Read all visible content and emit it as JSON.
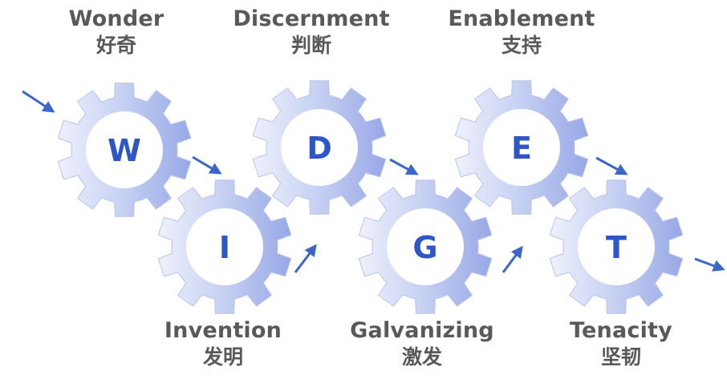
{
  "colors": {
    "gear_light": "#eef1fc",
    "gear_mid": "#c9d3f3",
    "gear_dark": "#97a8e6",
    "gear_center": "#ffffff",
    "letter": "#2e56c4",
    "arrow": "#3a66c8",
    "label_text": "#595959"
  },
  "stages": [
    {
      "letter": "W",
      "en": "Wonder",
      "zh": "好奇"
    },
    {
      "letter": "D",
      "en": "Discernment",
      "zh": "判断"
    },
    {
      "letter": "E",
      "en": "Enablement",
      "zh": "支持"
    },
    {
      "letter": "I",
      "en": "Invention",
      "zh": "发明"
    },
    {
      "letter": "G",
      "en": "Galvanizing",
      "zh": "激发"
    },
    {
      "letter": "T",
      "en": "Tenacity",
      "zh": "坚韧"
    }
  ],
  "icons": {
    "gear": "gear-icon",
    "arrow": "arrow-icon"
  }
}
